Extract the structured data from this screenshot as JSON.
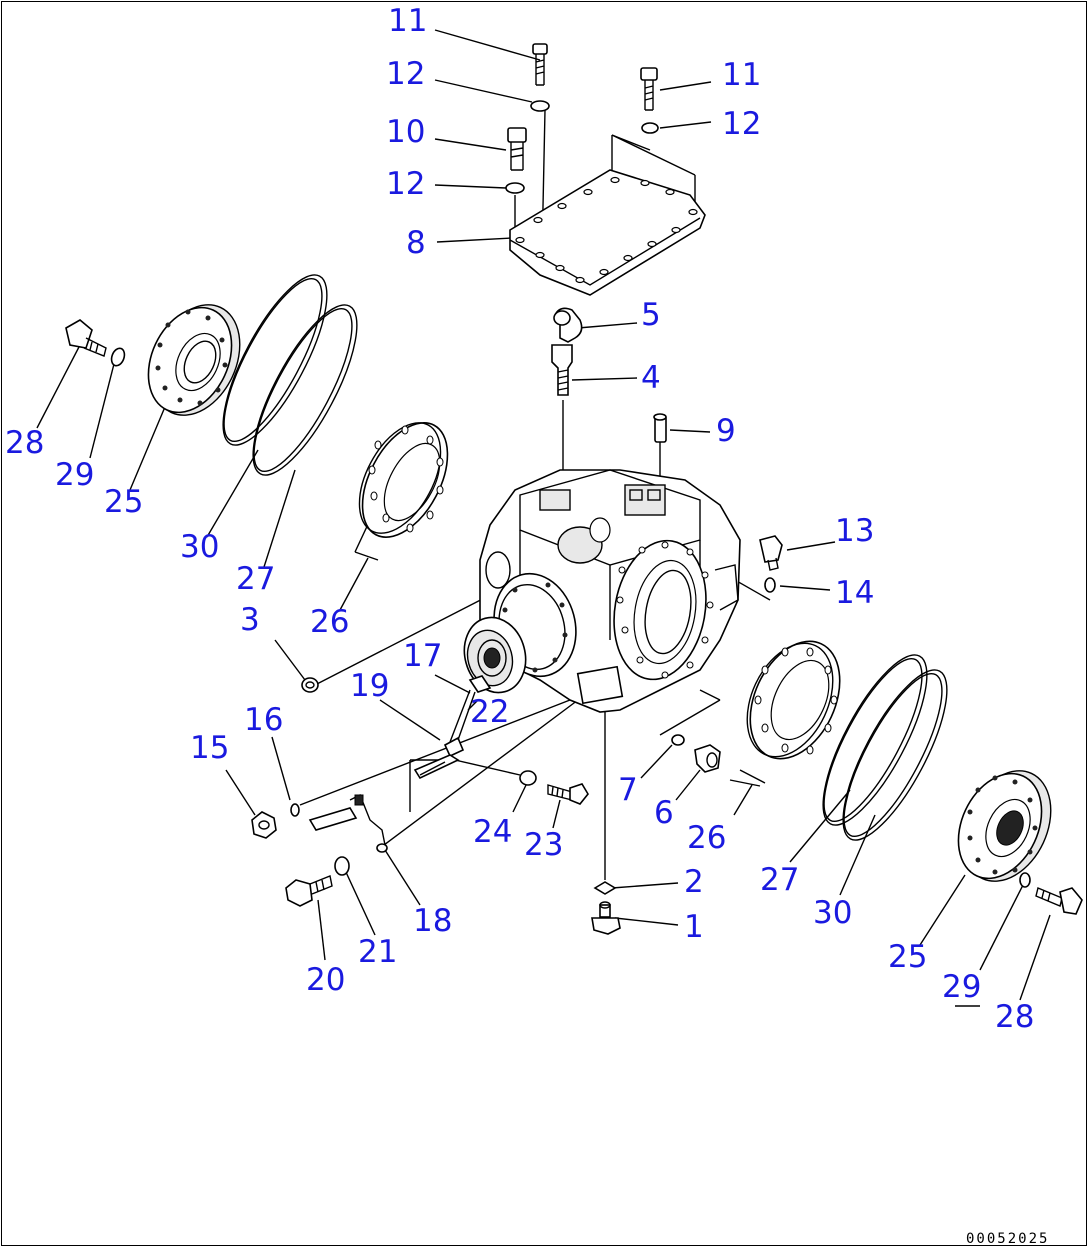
{
  "diagram": {
    "callouts": {
      "c11a": "11",
      "c12a": "12",
      "c11b": "11",
      "c12b": "12",
      "c10": "10",
      "c12c": "12",
      "c8": "8",
      "c5": "5",
      "c4": "4",
      "c9": "9",
      "c28a": "28",
      "c29a": "29",
      "c25a": "25",
      "c30a": "30",
      "c27a": "27",
      "c26a": "26",
      "c13": "13",
      "c14": "14",
      "c3": "3",
      "c17": "17",
      "c19": "19",
      "c22": "22",
      "c16": "16",
      "c15": "15",
      "c7": "7",
      "c6": "6",
      "c26b": "26",
      "c24": "24",
      "c23": "23",
      "c2": "2",
      "c1": "1",
      "c27b": "27",
      "c30b": "30",
      "c18": "18",
      "c21": "21",
      "c20": "20",
      "c25b": "25",
      "c29b": "29",
      "c28b": "28"
    },
    "drawing_number": "00052025"
  }
}
